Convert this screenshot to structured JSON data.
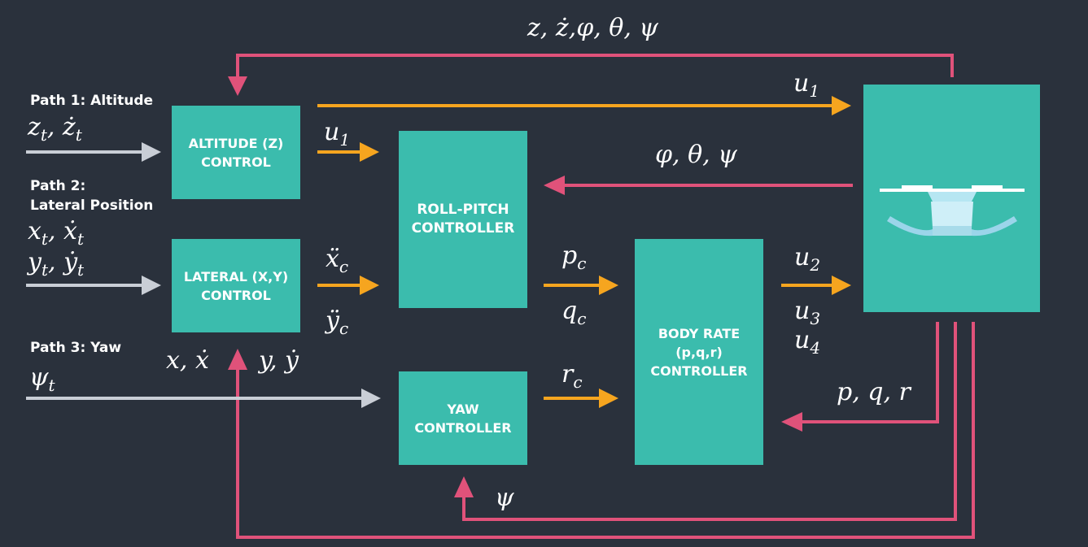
{
  "path_labels": {
    "path1": "Path 1: Altitude",
    "path2_line1": "Path 2:",
    "path2_line2": "Lateral Position",
    "path3": "Path 3: Yaw"
  },
  "blocks": {
    "altitude": [
      "ALTITUDE (Z)",
      "CONTROL"
    ],
    "lateral": [
      "LATERAL (X,Y)",
      "CONTROL"
    ],
    "roll_pitch": [
      "ROLL-PITCH",
      "CONTROLLER"
    ],
    "yaw": [
      "YAW",
      "CONTROLLER"
    ],
    "body_rate": [
      "BODY RATE",
      "(p,q,r)",
      "CONTROLLER"
    ]
  },
  "signals": {
    "feedback_top": "z, ż,φ, θ, ψ",
    "altitude_input": "z",
    "altitude_input_sub": "t",
    "altitude_input_dot": ", ż",
    "altitude_input_dot_sub": "t",
    "lateral_x": "x",
    "lateral_x_sub": "t",
    "lateral_xdot": ", ẋ",
    "lateral_xdot_sub": "t",
    "lateral_y": "y",
    "lateral_y_sub": "t",
    "lateral_ydot": ", ẏ",
    "lateral_ydot_sub": "t",
    "yaw_input": "ψ",
    "yaw_input_sub": "t",
    "u1_top": "u",
    "u1_top_sub": "1",
    "u1_mid": "u",
    "u1_mid_sub": "1",
    "xc": "ẍ",
    "xc_sub": "c",
    "yc": "ÿ",
    "yc_sub": "c",
    "attitude_feedback": "φ, θ, ψ",
    "pc": "p",
    "pc_sub": "c",
    "qc": "q",
    "qc_sub": "c",
    "rc": "r",
    "rc_sub": "c",
    "u2": "u",
    "u2_sub": "2",
    "u3": "u",
    "u3_sub": "3",
    "u4": "u",
    "u4_sub": "4",
    "pqr": "p, q, r",
    "pos_feedback_x": "x, ẋ",
    "pos_feedback_y": "y, ẏ",
    "psi_feedback": "ψ"
  },
  "colors": {
    "background": "#2a313c",
    "block": "#3bbcad",
    "feedback_arrow": "#e0527a",
    "command_arrow": "#f6a51f",
    "input_arrow": "#c9ced6"
  },
  "icons": {
    "vehicle": "quadrotor-drone-icon"
  }
}
